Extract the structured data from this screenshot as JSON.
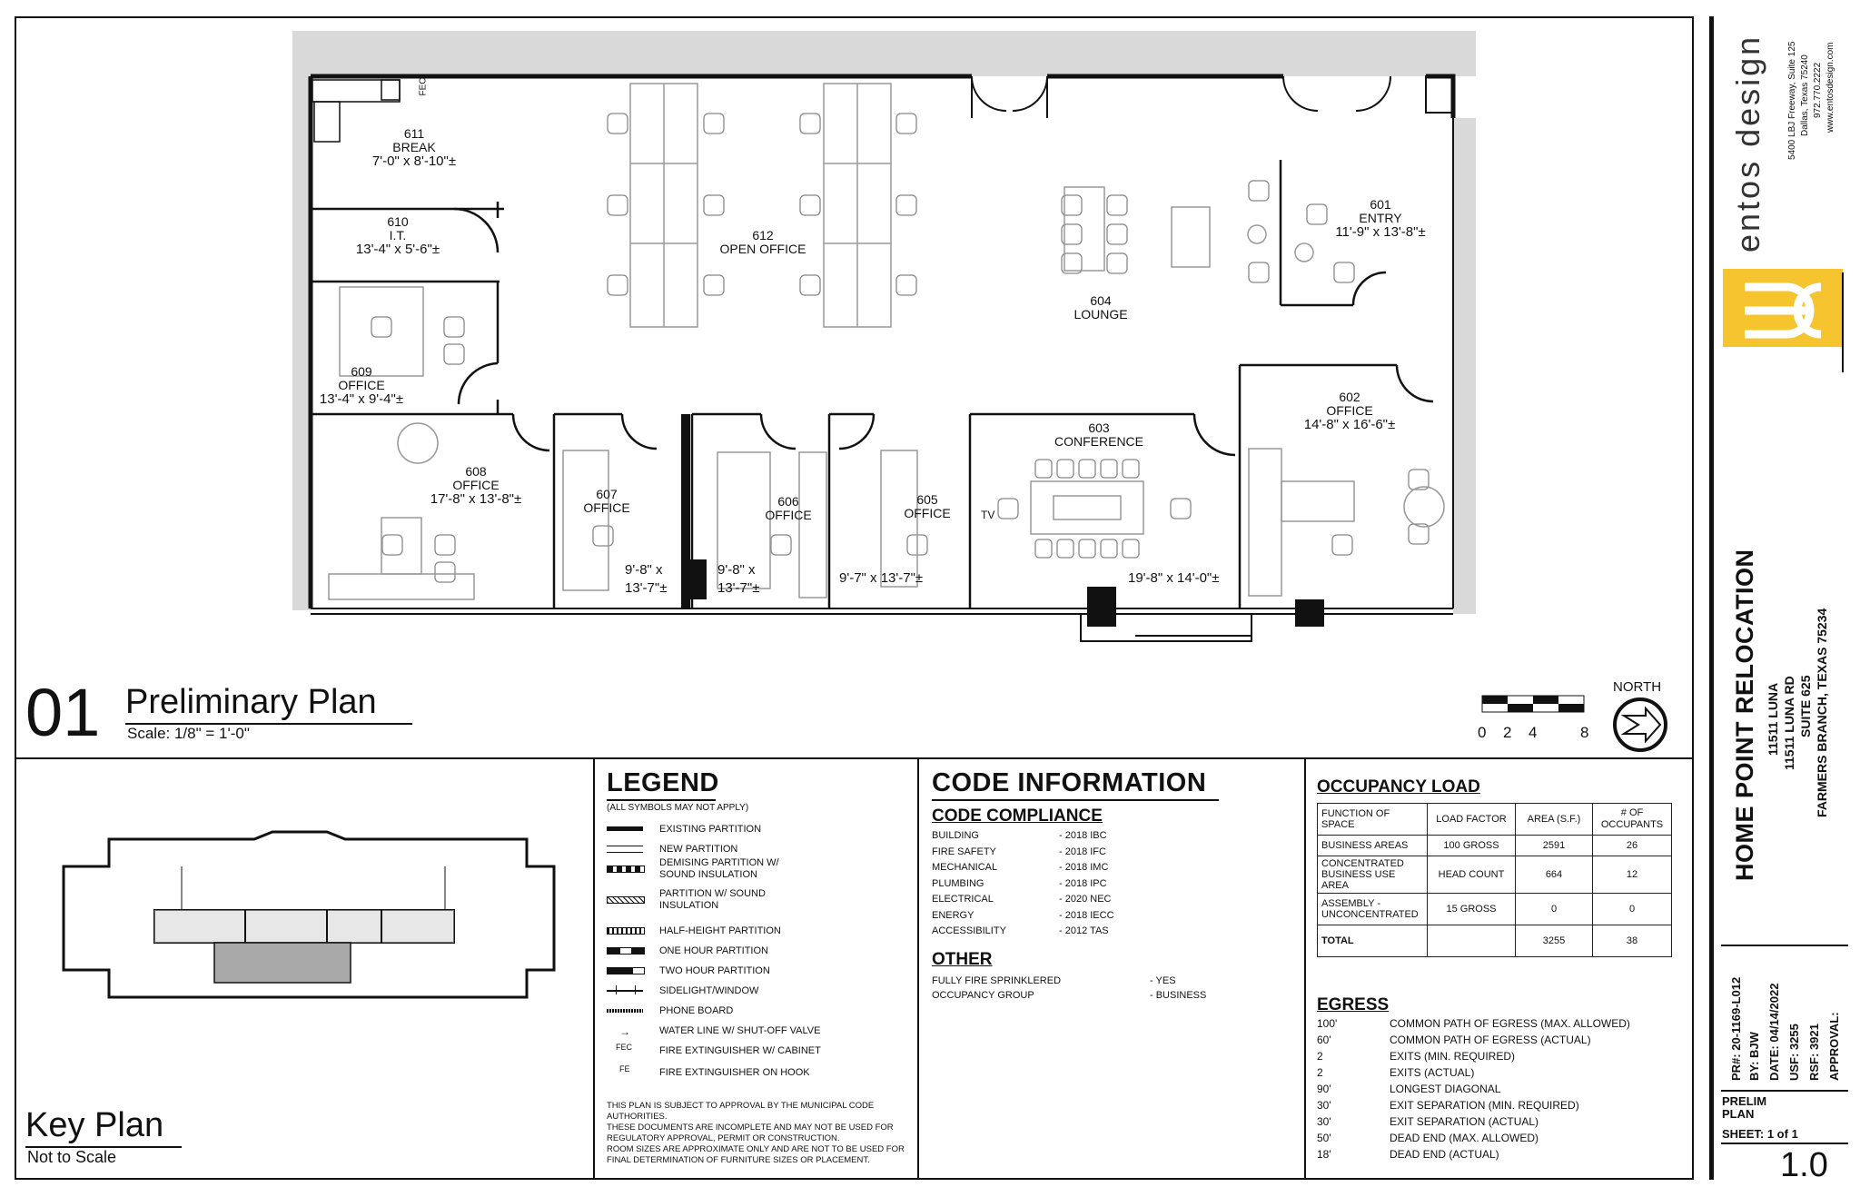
{
  "rooms": [
    {
      "num": "611",
      "name": "BREAK",
      "size": "7'-0\" x 8'-10\"±"
    },
    {
      "num": "610",
      "name": "I.T.",
      "size": "13'-4\" x 5'-6\"±"
    },
    {
      "num": "609",
      "name": "OFFICE",
      "size": "13'-4\" x 9'-4\"±"
    },
    {
      "num": "608",
      "name": "OFFICE",
      "size": "17'-8\" x 13'-8\"±"
    },
    {
      "num": "612",
      "name": "OPEN OFFICE",
      "size": ""
    },
    {
      "num": "604",
      "name": "LOUNGE",
      "size": ""
    },
    {
      "num": "601",
      "name": "ENTRY",
      "size": "11'-9\" x 13'-8\"±"
    },
    {
      "num": "602",
      "name": "OFFICE",
      "size": "14'-8\" x 16'-6\"±"
    },
    {
      "num": "603",
      "name": "CONFERENCE",
      "size": "19'-8\" x 14'-0\"±"
    },
    {
      "num": "607",
      "name": "OFFICE",
      "size": "9'-8\" x 13'-7\"±"
    },
    {
      "num": "606",
      "name": "OFFICE",
      "size": "9'-8\" x 13'-7\"±"
    },
    {
      "num": "605",
      "name": "OFFICE",
      "size": "9'-7\" x 13'-7\"±"
    }
  ],
  "plan_marks": {
    "fec": "FEC",
    "tv": "TV"
  },
  "plan_title": {
    "number": "01",
    "name": "Preliminary Plan",
    "scale": "Scale: 1/8\" = 1'-0\""
  },
  "scale_bar": {
    "ticks": [
      "0",
      "2",
      "4",
      "8"
    ],
    "north": "NORTH"
  },
  "key_plan": {
    "title": "Key Plan",
    "subtitle": "Not to Scale"
  },
  "legend": {
    "title": "LEGEND",
    "note": "(ALL SYMBOLS MAY NOT APPLY)",
    "items": [
      "EXISTING PARTITION",
      "NEW PARTITION",
      "DEMISING PARTITION W/ SOUND INSULATION",
      "PARTITION W/ SOUND INSULATION",
      "HALF-HEIGHT PARTITION",
      "ONE HOUR PARTITION",
      "TWO HOUR PARTITION",
      "SIDELIGHT/WINDOW",
      "PHONE BOARD",
      "WATER LINE W/ SHUT-OFF VALVE",
      "FIRE EXTINGUISHER W/ CABINET",
      "FIRE EXTINGUISHER ON HOOK"
    ],
    "symbol_fec": "FEC",
    "symbol_fe": "FE",
    "disclaimer": [
      "THIS PLAN IS SUBJECT TO APPROVAL BY THE MUNICIPAL CODE AUTHORITIES.",
      "THESE DOCUMENTS ARE INCOMPLETE AND MAY NOT BE USED FOR REGULATORY APPROVAL, PERMIT OR CONSTRUCTION.",
      "ROOM SIZES ARE APPROXIMATE  ONLY AND ARE NOT TO BE USED FOR FINAL DETERMINATION OF FURNITURE SIZES OR  PLACEMENT."
    ]
  },
  "code": {
    "title": "CODE INFORMATION",
    "compliance_title": "CODE COMPLIANCE",
    "compliance": [
      {
        "k": "BUILDING",
        "v": "- 2018 IBC"
      },
      {
        "k": "FIRE SAFETY",
        "v": "- 2018 IFC"
      },
      {
        "k": "MECHANICAL",
        "v": "- 2018 IMC"
      },
      {
        "k": "PLUMBING",
        "v": "- 2018 IPC"
      },
      {
        "k": "ELECTRICAL",
        "v": "- 2020 NEC"
      },
      {
        "k": "ENERGY",
        "v": "- 2018 IECC"
      },
      {
        "k": "ACCESSIBILITY",
        "v": "- 2012 TAS"
      }
    ],
    "other_title": "OTHER",
    "other": [
      {
        "k": "FULLY FIRE SPRINKLERED",
        "v": "- YES"
      },
      {
        "k": "OCCUPANCY GROUP",
        "v": "- BUSINESS"
      }
    ]
  },
  "occupancy": {
    "title": "OCCUPANCY LOAD",
    "headers": [
      "FUNCTION OF SPACE",
      "LOAD FACTOR",
      "AREA (S.F.)",
      "# OF OCCUPANTS"
    ],
    "rows": [
      [
        "BUSINESS AREAS",
        "100  GROSS",
        "2591",
        "26"
      ],
      [
        "CONCENTRATED BUSINESS USE AREA",
        "HEAD  COUNT",
        "664",
        "12"
      ],
      [
        "ASSEMBLY - UNCONCENTRATED",
        "15  GROSS",
        "0",
        "0"
      ],
      [
        "TOTAL",
        "",
        "3255",
        "38"
      ]
    ]
  },
  "egress": {
    "title": "EGRESS",
    "rows": [
      {
        "v": "100'",
        "d": "COMMON PATH OF EGRESS (MAX. ALLOWED)"
      },
      {
        "v": "60'",
        "d": "COMMON PATH OF EGRESS (ACTUAL)"
      },
      {
        "v": "2",
        "d": "EXITS (MIN. REQUIRED)"
      },
      {
        "v": "2",
        "d": "EXITS (ACTUAL)"
      },
      {
        "v": "90'",
        "d": "LONGEST DIAGONAL"
      },
      {
        "v": "30'",
        "d": "EXIT SEPARATION (MIN. REQUIRED)"
      },
      {
        "v": "30'",
        "d": "EXIT SEPARATION (ACTUAL)"
      },
      {
        "v": "50'",
        "d": "DEAD END (MAX. ALLOWED)"
      },
      {
        "v": "18'",
        "d": "DEAD END (ACTUAL)"
      }
    ]
  },
  "firm": {
    "name": "entos design",
    "address1": "5400 LBJ Freeway, Suite 125",
    "address2": "Dallas, Texas 75240",
    "phone": "972.770.2222",
    "web": "www.entosdesign.com",
    "logo_color": "#F6C42E"
  },
  "project": {
    "title": "HOME POINT RELOCATION",
    "line1": "11511 LUNA",
    "line2": "11511 LUNA RD",
    "line3": "SUITE 625",
    "line4": "FARMERS BRANCH, TEXAS 75234"
  },
  "sheet_info": {
    "pr": "PR#: 20-1169-L012",
    "by": "BY: BJW",
    "date": "DATE: 04/14/2022",
    "usf": "USF: 3255",
    "rsf": "RSF: 3921",
    "approval": "APPROVAL:",
    "sheet_title1": "PRELIM",
    "sheet_title2": "PLAN",
    "sheet_count": "SHEET: 1 of 1",
    "sheet_number": "1.0"
  }
}
